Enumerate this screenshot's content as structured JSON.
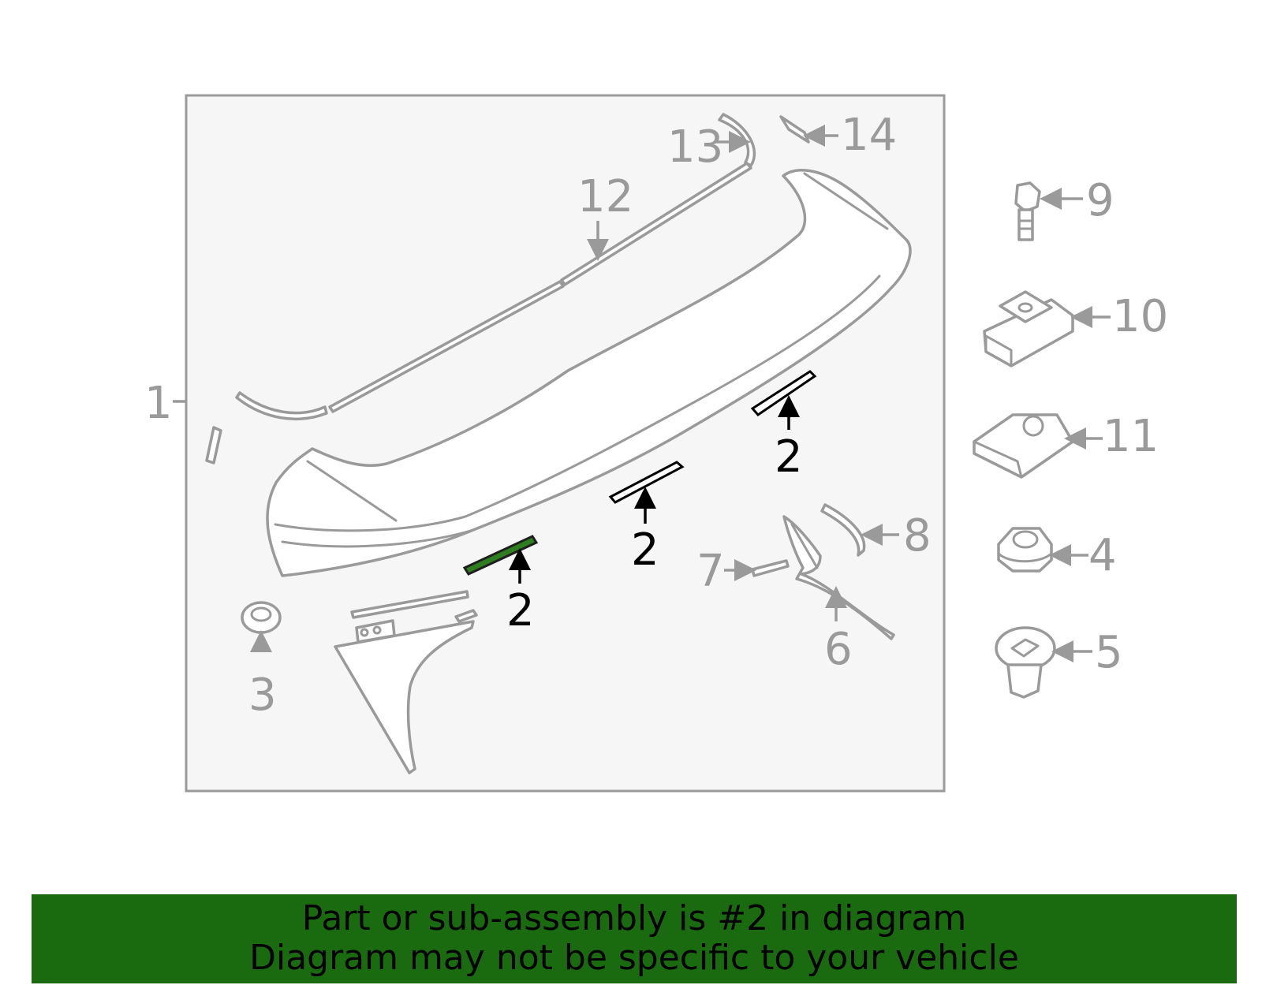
{
  "colors": {
    "banner_bg": "#1a6b10",
    "highlight_part": "#2e7d1f",
    "part_stroke": "#9a9a9a",
    "frame_bg": "#f6f6f6"
  },
  "callouts": {
    "c1": "1",
    "c2a": "2",
    "c2b": "2",
    "c2c": "2",
    "c3": "3",
    "c4": "4",
    "c5": "5",
    "c6": "6",
    "c7": "7",
    "c8": "8",
    "c9": "9",
    "c10": "10",
    "c11": "11",
    "c12": "12",
    "c13": "13",
    "c14": "14"
  },
  "banner": {
    "line1": "Part or sub-assembly is #2 in diagram",
    "line2": "Diagram may not be specific to your vehicle"
  }
}
